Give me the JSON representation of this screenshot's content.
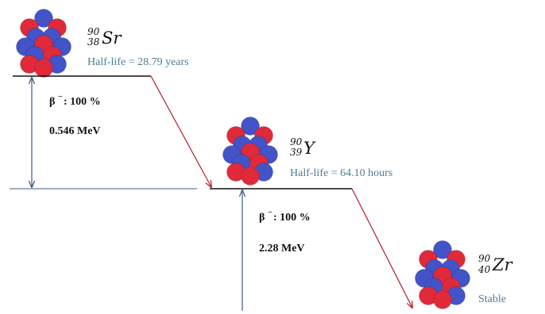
{
  "colors": {
    "proton": "#e02a3a",
    "neutron": "#4353c8",
    "level_line": "#111111",
    "transition_arrow": "#b3202a",
    "energy_arrow": "#3e5a86",
    "halflife_text": "#4f7d94",
    "label_text": "#111111"
  },
  "nuclides": [
    {
      "mass": "90",
      "atomic": "38",
      "symbol": "Sr",
      "halflife": "Half-life = 28.79 years"
    },
    {
      "mass": "90",
      "atomic": "39",
      "symbol": "Y",
      "halflife": "Half-life = 64.10 hours"
    },
    {
      "mass": "90",
      "atomic": "40",
      "symbol": "Zr",
      "halflife": "Stable"
    }
  ],
  "decays": [
    {
      "mode_symbol": "β",
      "mode_sup": "−",
      "branching": ": 100 %",
      "energy": "0.546 MeV"
    },
    {
      "mode_symbol": "β",
      "mode_sup": "−",
      "branching": ": 100 %",
      "energy": "2.28 MeV"
    }
  ]
}
